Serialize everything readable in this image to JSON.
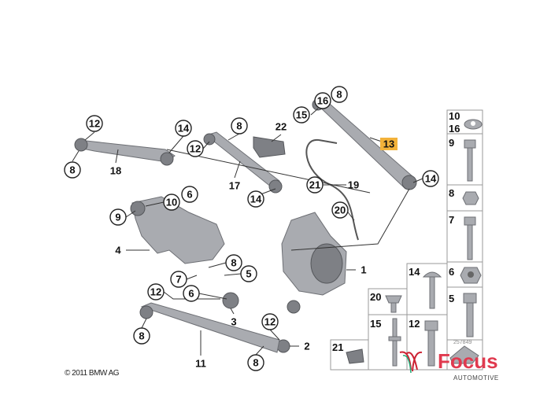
{
  "diagram": {
    "callouts": [
      "12",
      "14",
      "8",
      "18",
      "8",
      "12",
      "22",
      "17",
      "14",
      "15",
      "16",
      "8",
      "13",
      "21",
      "19",
      "14",
      "20",
      "10",
      "6",
      "9",
      "4",
      "8",
      "5",
      "7",
      "6",
      "1",
      "3",
      "12",
      "12",
      "8",
      "2",
      "11",
      "8"
    ],
    "highlight_color": "#f3b23a",
    "hardware_panel": [
      "10",
      "16",
      "9",
      "8",
      "7",
      "6",
      "5",
      "14",
      "12",
      "20",
      "15",
      "21"
    ]
  },
  "copyright": "© 2011 BMW AG",
  "logo": {
    "brand": "Focus",
    "tagline": "AUTOMOTIVE",
    "ref_number": "257849"
  }
}
